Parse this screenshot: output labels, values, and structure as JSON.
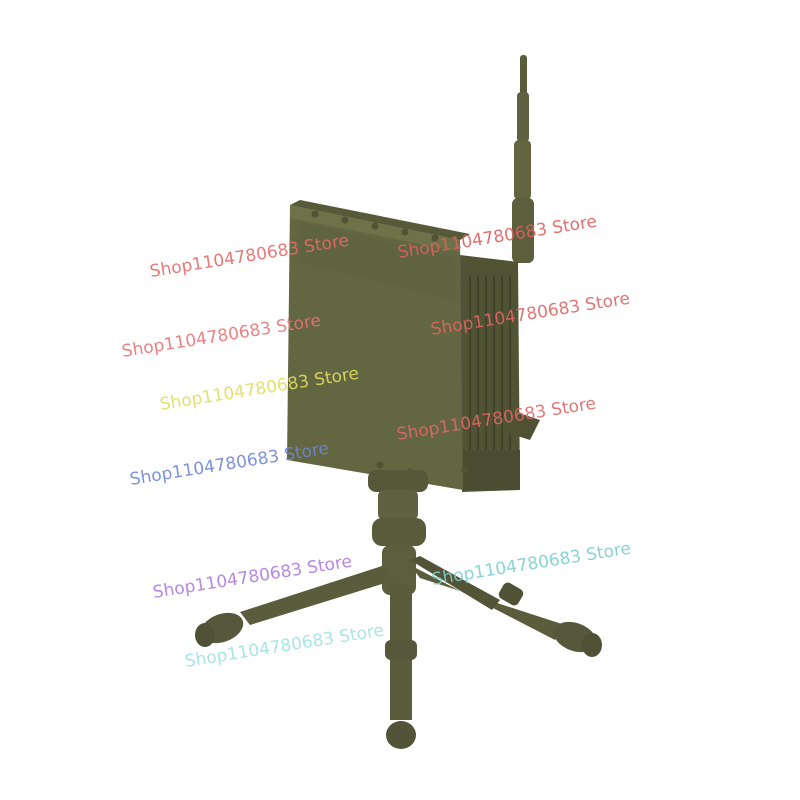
{
  "watermark_text": "Shop1104780683 Store",
  "watermarks": [
    {
      "text": "Shop1104780683 Store",
      "color": "#e96a6a"
    },
    {
      "text": "Shop1104780683 Store",
      "color": "#e06060"
    },
    {
      "text": "Shop1104780683 Store",
      "color": "#e97575"
    },
    {
      "text": "Shop1104780683 Store",
      "color": "#e06666"
    },
    {
      "text": "Shop1104780683 Store",
      "color": "#e2dd5e"
    },
    {
      "text": "Shop1104780683 Store",
      "color": "#e06868"
    },
    {
      "text": "Shop1104780683 Store",
      "color": "#6f86d8"
    },
    {
      "text": "Shop1104780683 Store",
      "color": "#b07ae0"
    },
    {
      "text": "Shop1104780683 Store",
      "color": "#7ccfcf"
    },
    {
      "text": "Shop1104780683 Store",
      "color": "#9fe2e6"
    }
  ],
  "colors": {
    "body": "#5f6240",
    "body_dark": "#4c4f33",
    "body_light": "#6c7049",
    "background": "#ffffff"
  }
}
